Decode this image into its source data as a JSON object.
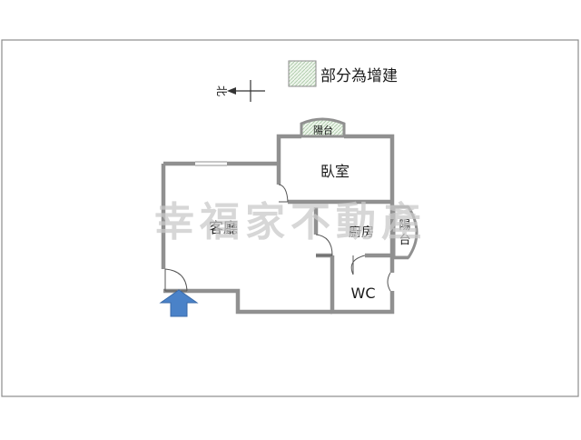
{
  "colors": {
    "frame": "#8c8c8c",
    "wall": "#909090",
    "hatch": "#a8c8a4",
    "arrow": "#4a82c8",
    "watermark": "#c9c9c9",
    "text": "#1a1a1a"
  },
  "legend": {
    "label": "部分為增建"
  },
  "compass": {
    "label": "北"
  },
  "rooms": {
    "bedroom": "臥室",
    "living": "客廳",
    "kitchen": "廚房",
    "wc": "WC",
    "balcony_top": "陽台",
    "balcony_side": "陽台"
  },
  "watermark": {
    "text": "幸福家不動產"
  },
  "entrance": {
    "icon": "entrance-arrow-icon"
  }
}
